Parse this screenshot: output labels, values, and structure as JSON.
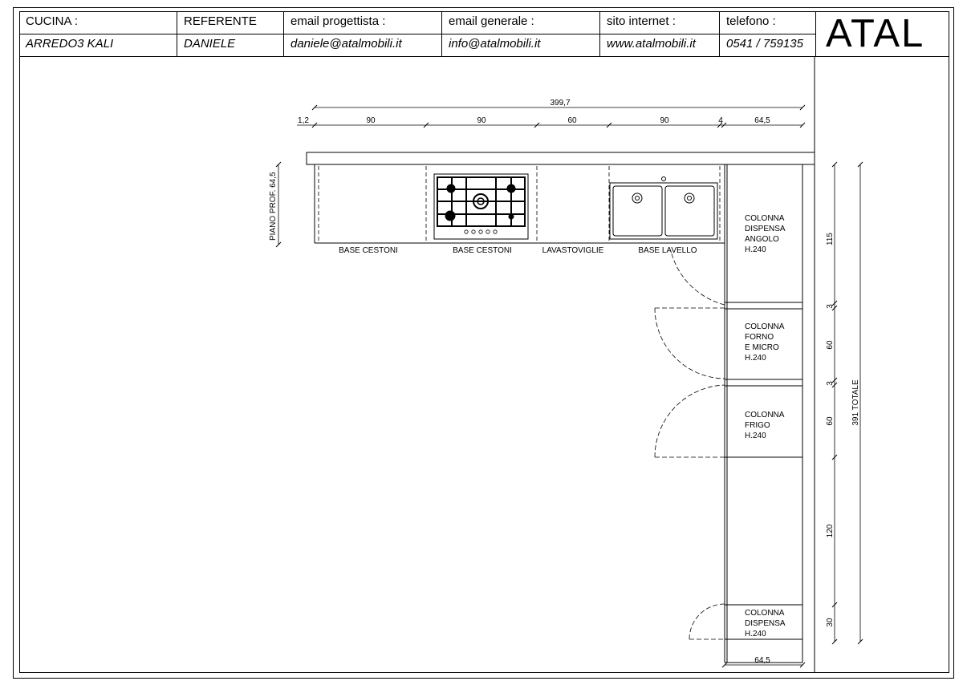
{
  "header": {
    "cucina_label": "CUCINA :",
    "cucina_value": "ARREDO3 KALI",
    "referente_label": "REFERENTE",
    "referente_value": "DANIELE",
    "email_progettista_label": "email progettista :",
    "email_progettista_value": "daniele@atalmobili.it",
    "email_generale_label": "email generale :",
    "email_generale_value": "info@atalmobili.it",
    "sito_label": "sito internet :",
    "sito_value": "www.atalmobili.it",
    "telefono_label": "telefono :",
    "telefono_value": "0541 / 759135",
    "logo": "ATAL"
  },
  "plan": {
    "top_total": "399,7",
    "top_segments": [
      "1,2",
      "90",
      "90",
      "60",
      "90",
      "4",
      "64,5"
    ],
    "piano_label": "PIANO PROF. 64,5",
    "base_labels": [
      "BASE CESTONI",
      "BASE CESTONI",
      "LAVASTOVIGLIE",
      "BASE LAVELLO"
    ],
    "column_labels": [
      [
        "COLONNA",
        "DISPENSA",
        "ANGOLO",
        "H.240"
      ],
      [
        "COLONNA",
        "FORNO",
        "E MICRO",
        "H.240"
      ],
      [
        "COLONNA",
        "FRIGO",
        "H.240"
      ],
      [
        "COLONNA",
        "DISPENSA",
        "H.240"
      ]
    ],
    "right_dims": [
      "115",
      "3",
      "60",
      "3",
      "60",
      "120",
      "30"
    ],
    "right_total": "391 TOTALE",
    "bottom_dim": "64,5"
  }
}
